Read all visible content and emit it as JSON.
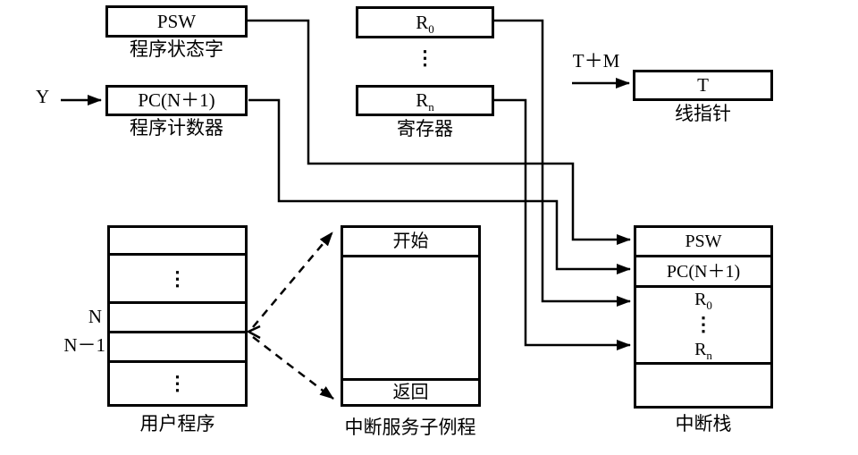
{
  "colors": {
    "ink": "#000000",
    "paper": "#ffffff"
  },
  "psw": {
    "label": "PSW",
    "caption": "程序状态字"
  },
  "pc": {
    "label": "PC(N＋1)",
    "caption": "程序计数器"
  },
  "program_input": {
    "label": "Y"
  },
  "registers": {
    "base": "R",
    "first_index": "0",
    "last_index": "n",
    "dots": "⋮",
    "caption": "寄存器"
  },
  "stack_pointer": {
    "source_label": "T＋M",
    "label": "T",
    "caption": "线指针"
  },
  "user_program": {
    "dots_top": "⋮",
    "dots_bottom": "⋮",
    "line_n": "N",
    "line_n_minus_1": "N－1",
    "caption": "用户程序"
  },
  "isr": {
    "begin": "开始",
    "end": "返回",
    "caption": "中断服务子例程"
  },
  "interrupt_stack": {
    "slot_psw": "PSW",
    "slot_pc": "PC(N＋1)",
    "reg_base": "R",
    "reg_first": "0",
    "reg_dots": "⋮",
    "reg_last": "n",
    "caption": "中断栈"
  }
}
